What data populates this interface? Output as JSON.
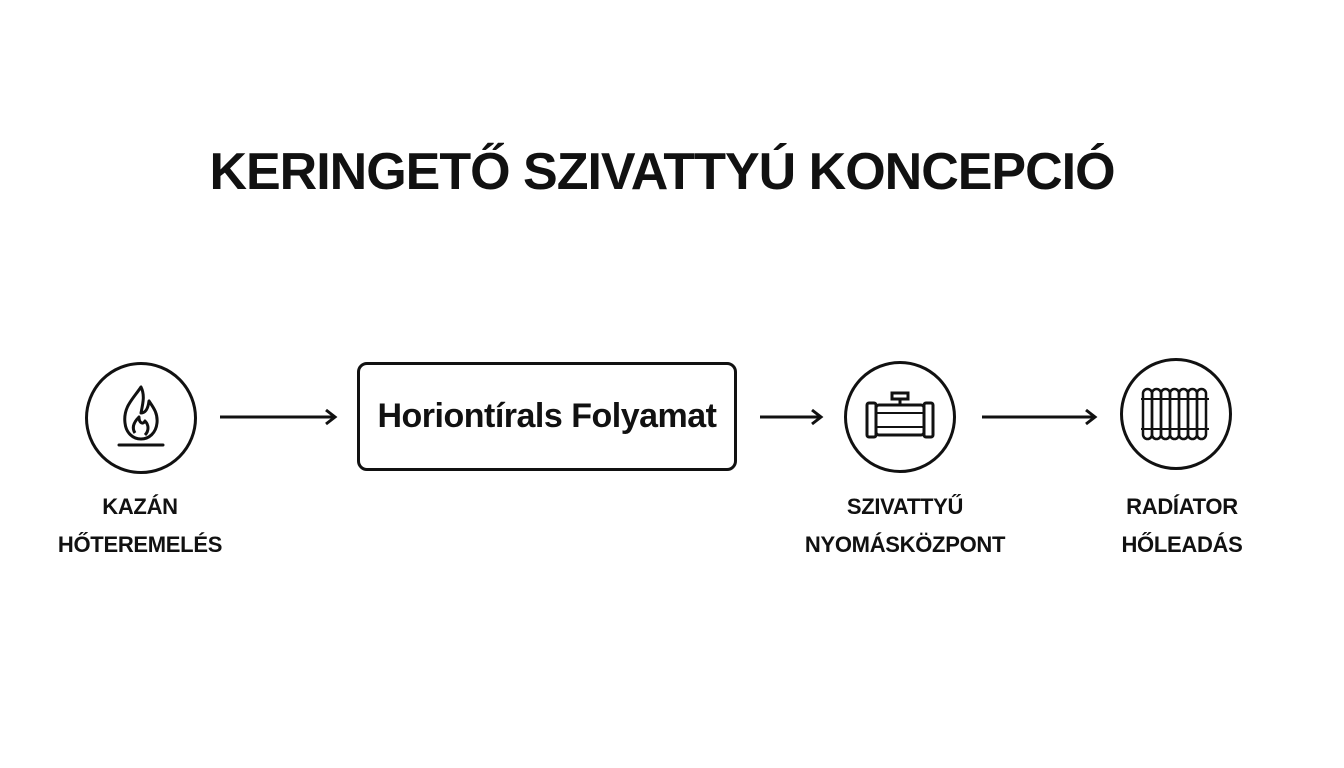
{
  "title": "KERINGETŐ SZIVATTYÚ KONCEPCIÓ",
  "nodes": [
    {
      "icon": "flame-icon",
      "label_line1": "KAZÁN",
      "label_line2": "HŐTEREMELÉS"
    },
    {
      "box_text": "Horiontírals Folyamat"
    },
    {
      "icon": "pump-icon",
      "label_line1": "SZIVATTYŰ",
      "label_line2": "NYOMÁSKÖZPONT"
    },
    {
      "icon": "radiator-icon",
      "label_line1": "RADÍATOR",
      "label_line2": "HŐLEADÁS"
    }
  ],
  "colors": {
    "stroke": "#111111",
    "background": "#ffffff"
  }
}
